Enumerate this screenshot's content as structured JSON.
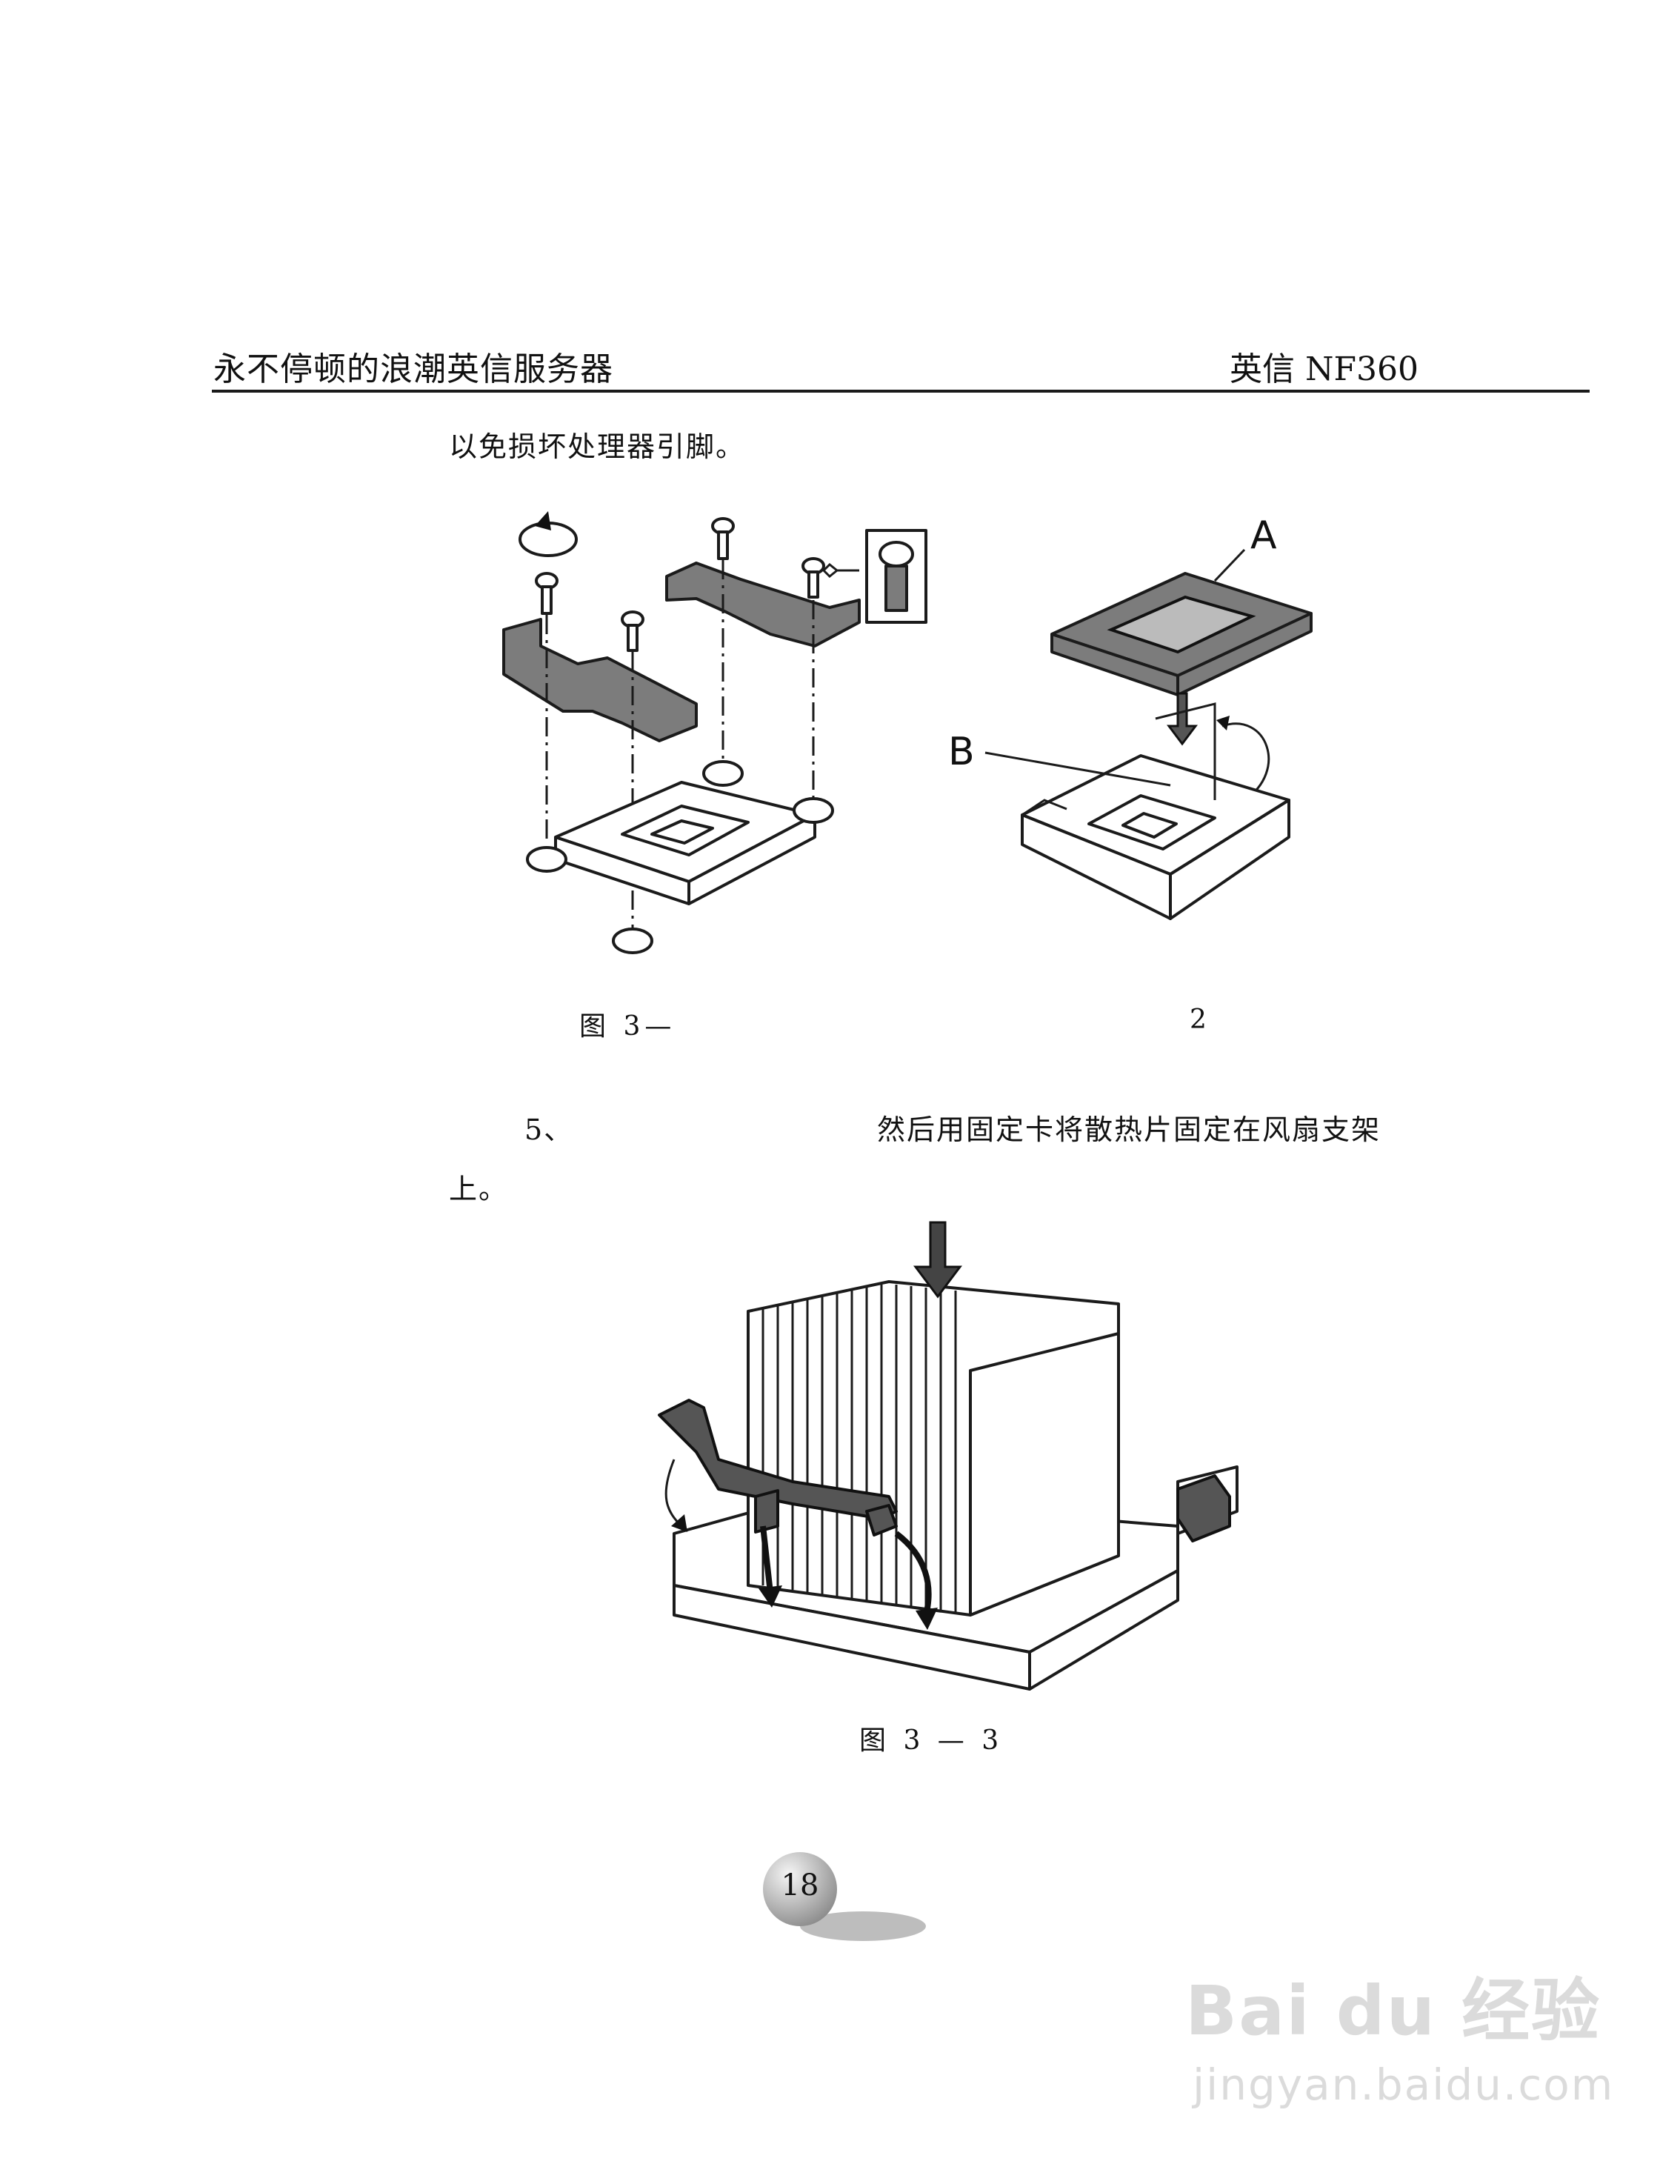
{
  "header": {
    "left_title": "永不停顿的浪潮英信服务器",
    "right_title": "英信 NF360"
  },
  "paragraphs": {
    "p1": "以免损坏处理器引脚。",
    "p2_num": "5、",
    "p2_text": "然后用固定卡将散热片固定在风扇支架",
    "p2_cont": "上。"
  },
  "figure_3_1": {
    "caption_left": "图  3—",
    "caption_right": "2",
    "label_a": "A",
    "label_b": "B"
  },
  "figure_3_3": {
    "caption": "图 3 — 3"
  },
  "page_number": "18",
  "watermark": {
    "brand": "Bai du 经验",
    "url": "jingyan.baidu.com"
  }
}
